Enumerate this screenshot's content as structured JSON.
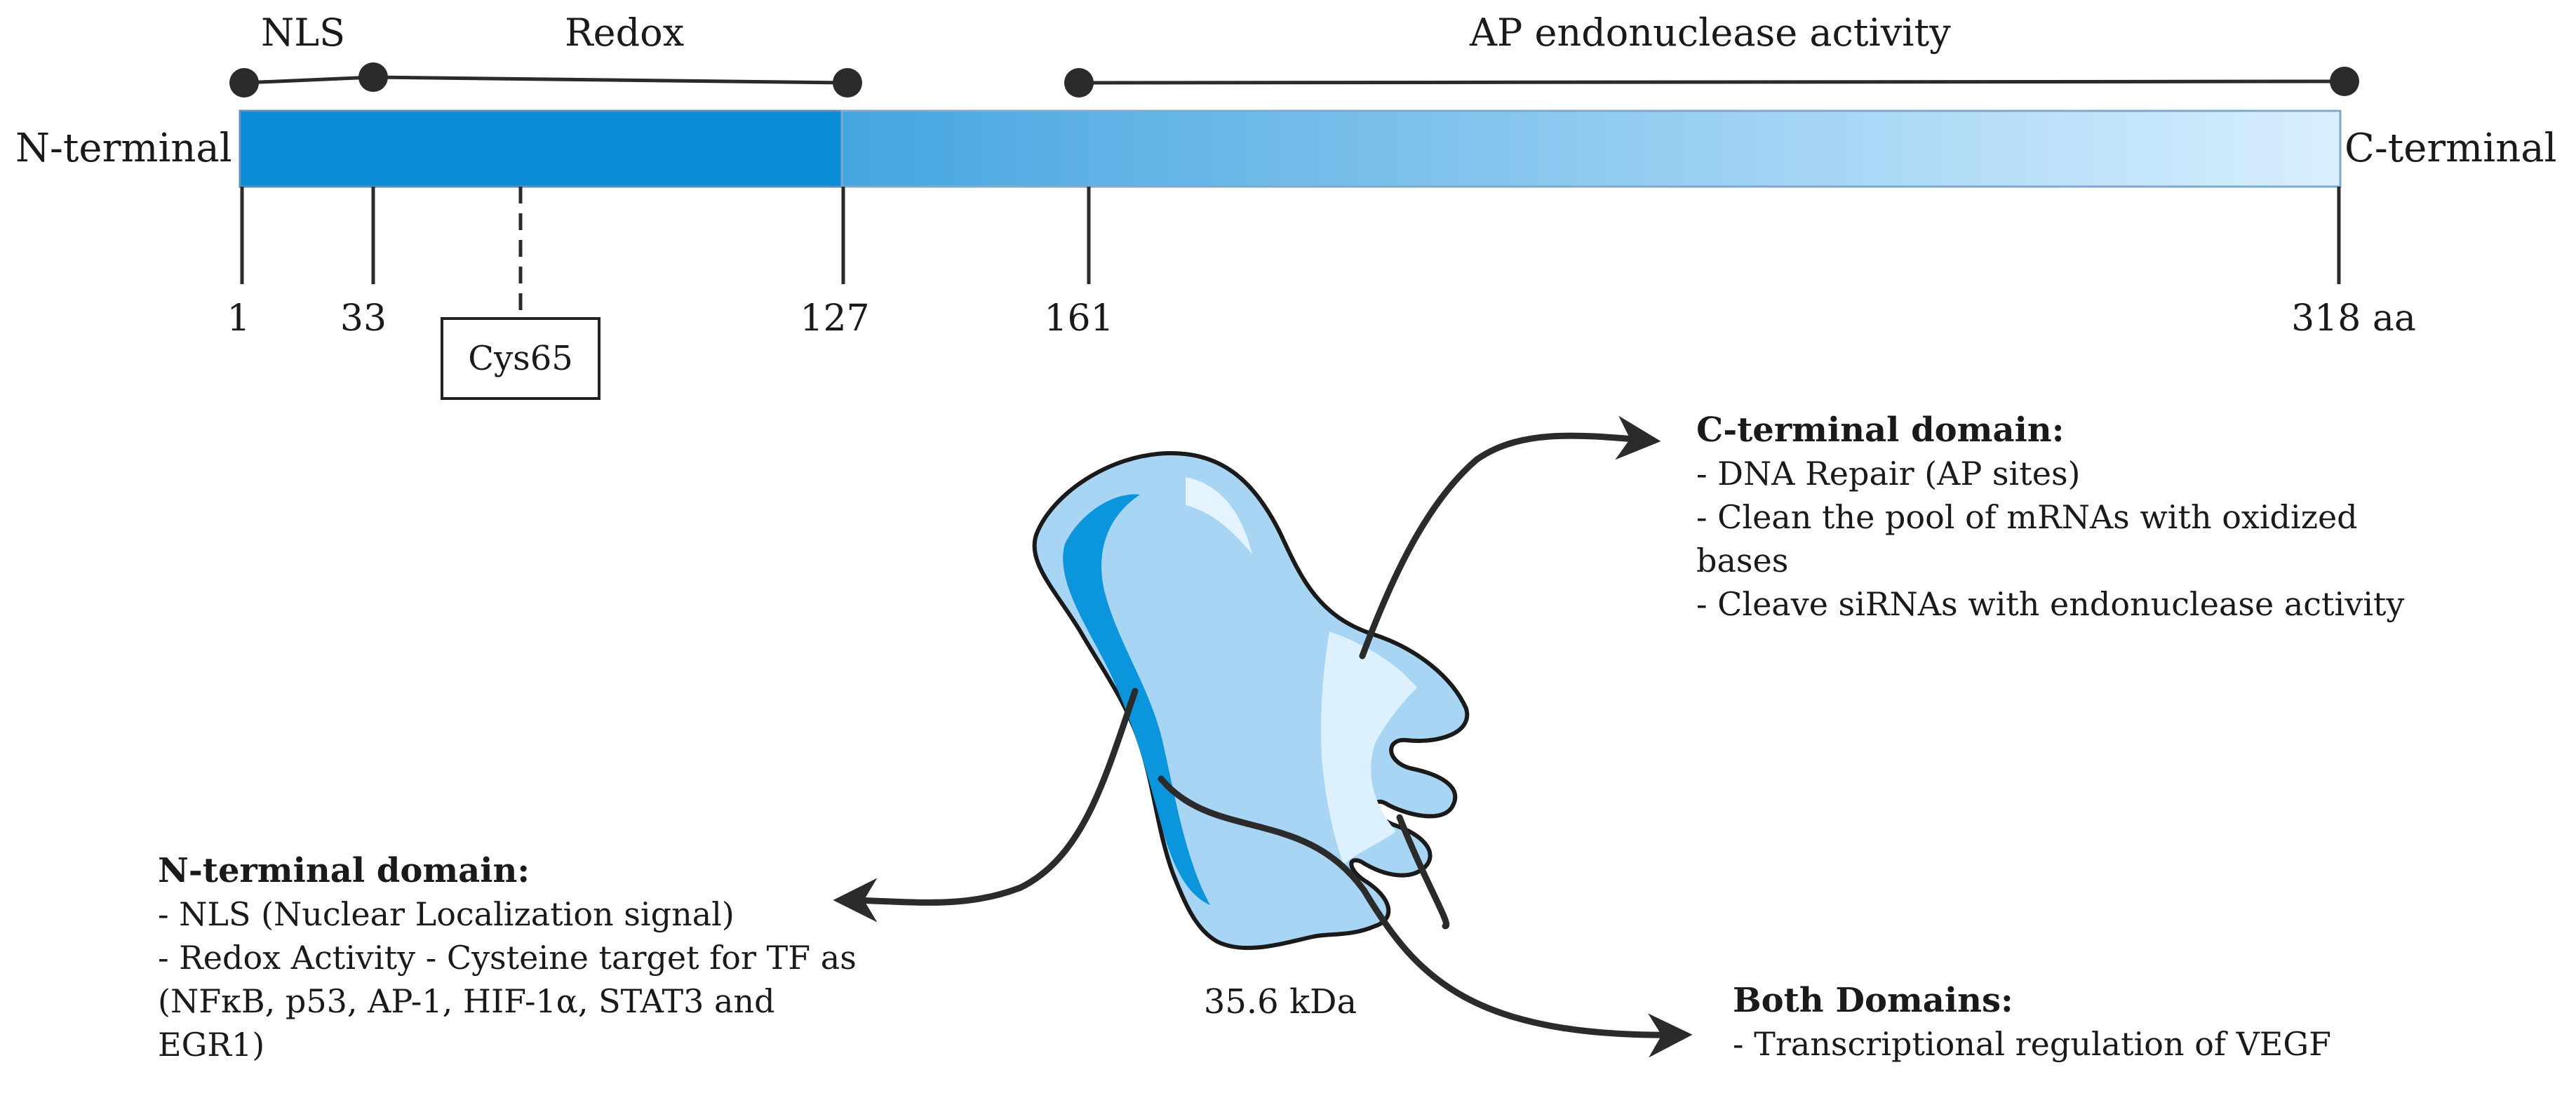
{
  "domain_bar": {
    "n_label": "N-terminal",
    "c_label": "C-terminal",
    "region_labels": {
      "nls": "NLS",
      "redox": "Redox",
      "ap": "AP endonuclease activity"
    },
    "positions": [
      {
        "id": "p1",
        "text": "1"
      },
      {
        "id": "p33",
        "text": "33"
      },
      {
        "id": "p127",
        "text": "127"
      },
      {
        "id": "p161",
        "text": "161"
      },
      {
        "id": "p318",
        "text": "318 aa"
      }
    ],
    "cys_label": "Cys65",
    "colors": {
      "n_domain": "#0a8bd6",
      "c_domain_start": "#45a5e0",
      "c_domain_end": "#d8efff",
      "outline": "#7fa8c9"
    }
  },
  "protein": {
    "mass": "35.6 kDa",
    "colors": {
      "body": "#a9d5f5",
      "dark": "#0a95dc",
      "light": "#dcf0fd"
    }
  },
  "c_terminal_block": {
    "heading": "C-terminal domain:",
    "lines": [
      "- DNA Repair (AP sites)",
      "- Clean the pool of mRNAs with oxidized",
      "bases",
      "- Cleave siRNAs with endonuclease activity"
    ]
  },
  "n_terminal_block": {
    "heading": "N-terminal domain:",
    "lines": [
      "- NLS (Nuclear Localization signal)",
      "- Redox Activity - Cysteine target for TF as",
      "(NFκB, p53, AP-1, HIF-1α, STAT3 and",
      "EGR1)"
    ]
  },
  "both_block": {
    "heading": "Both Domains:",
    "lines": [
      "- Transcriptional regulation of VEGF"
    ]
  }
}
